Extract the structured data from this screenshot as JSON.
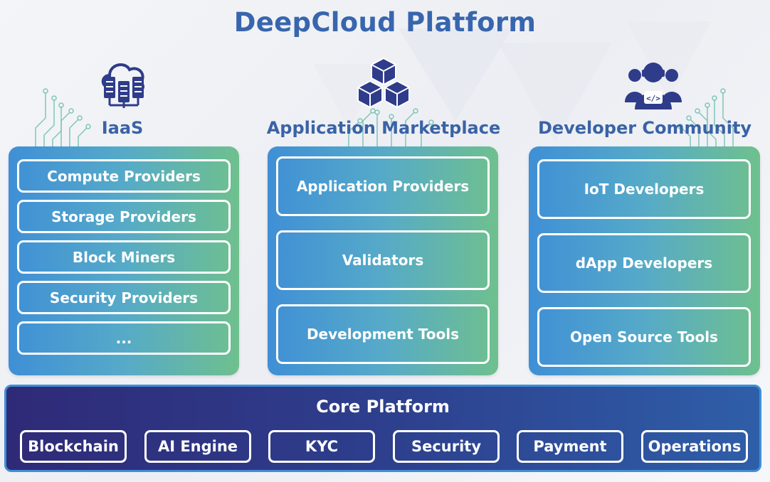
{
  "title": "DeepCloud Platform",
  "columns": [
    {
      "title": "IaaS",
      "icon": "cloud-servers-icon",
      "items": [
        "Compute Providers",
        "Storage Providers",
        "Block Miners",
        "Security Providers",
        "..."
      ]
    },
    {
      "title": "Application Marketplace",
      "icon": "cubes-icon",
      "items": [
        "Application Providers",
        "Validators",
        "Development Tools"
      ]
    },
    {
      "title": "Developer Community",
      "icon": "developer-team-icon",
      "items": [
        "IoT Developers",
        "dApp Developers",
        "Open Source Tools"
      ]
    }
  ],
  "core": {
    "title": "Core Platform",
    "items": [
      "Blockchain",
      "AI Engine",
      "KYC",
      "Security",
      "Payment",
      "Operations"
    ]
  },
  "colors": {
    "title": "#3866ae",
    "panel_start": "#3f8fd6",
    "panel_end": "#6fc08e",
    "core_start": "#2f2a78",
    "core_end": "#2f5ea8"
  }
}
